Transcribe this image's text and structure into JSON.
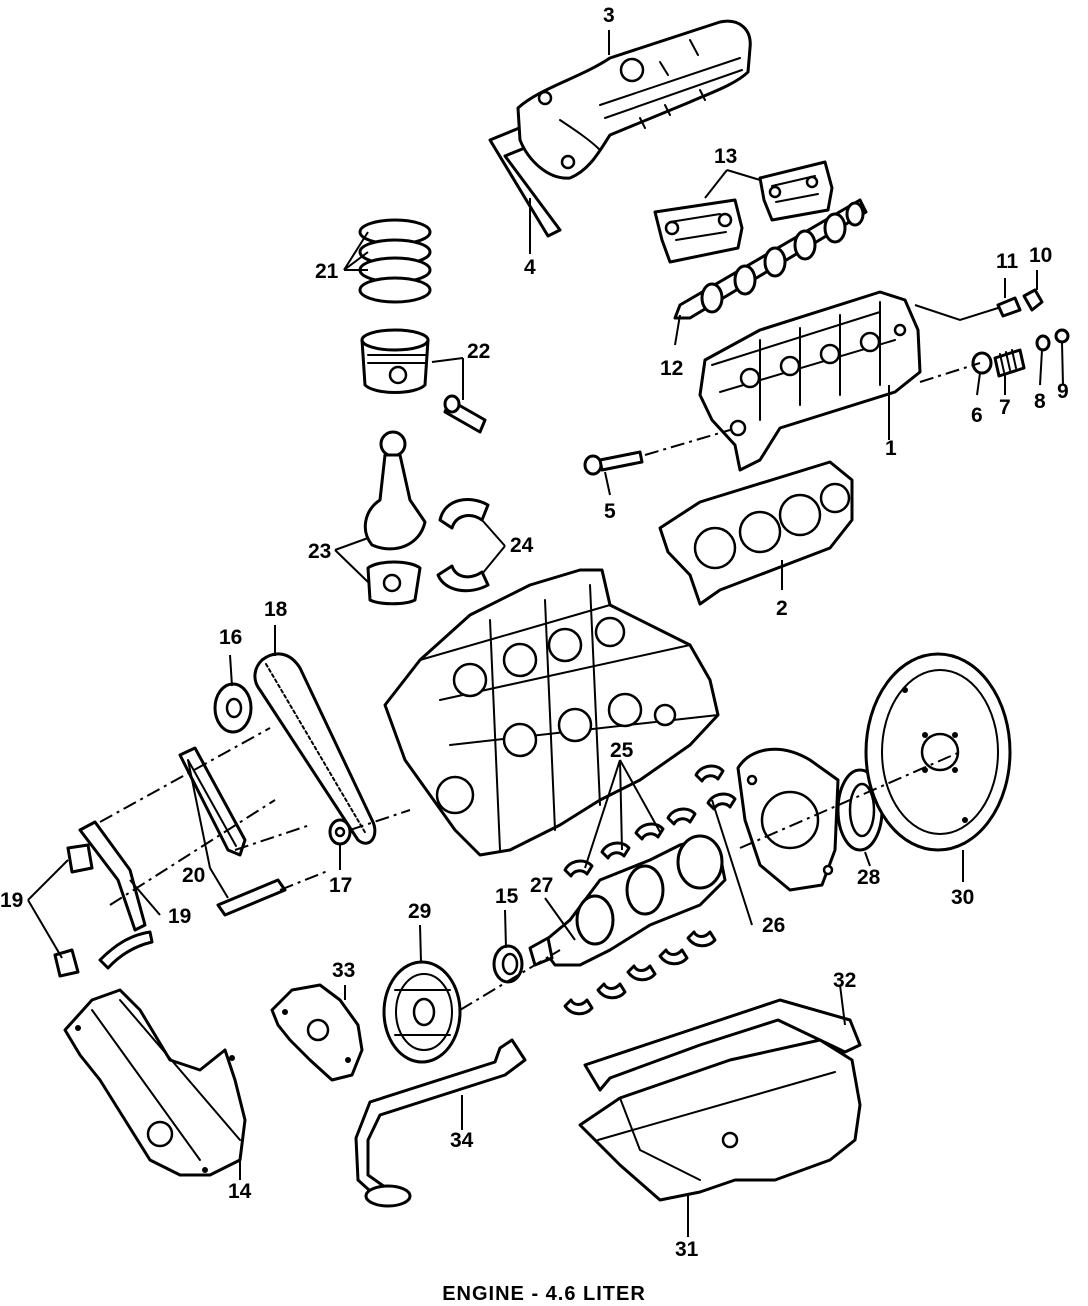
{
  "caption": "ENGINE - 4.6 LITER",
  "callouts": [
    "1",
    "2",
    "3",
    "4",
    "5",
    "6",
    "7",
    "8",
    "9",
    "10",
    "11",
    "12",
    "13",
    "14",
    "15",
    "16",
    "17",
    "18",
    "19",
    "20",
    "21",
    "22",
    "23",
    "24",
    "25",
    "26",
    "27",
    "28",
    "29",
    "30",
    "31",
    "32",
    "33",
    "34"
  ],
  "duplicate_callout": "19",
  "colors": {
    "ink": "#000000",
    "paper": "#ffffff"
  }
}
